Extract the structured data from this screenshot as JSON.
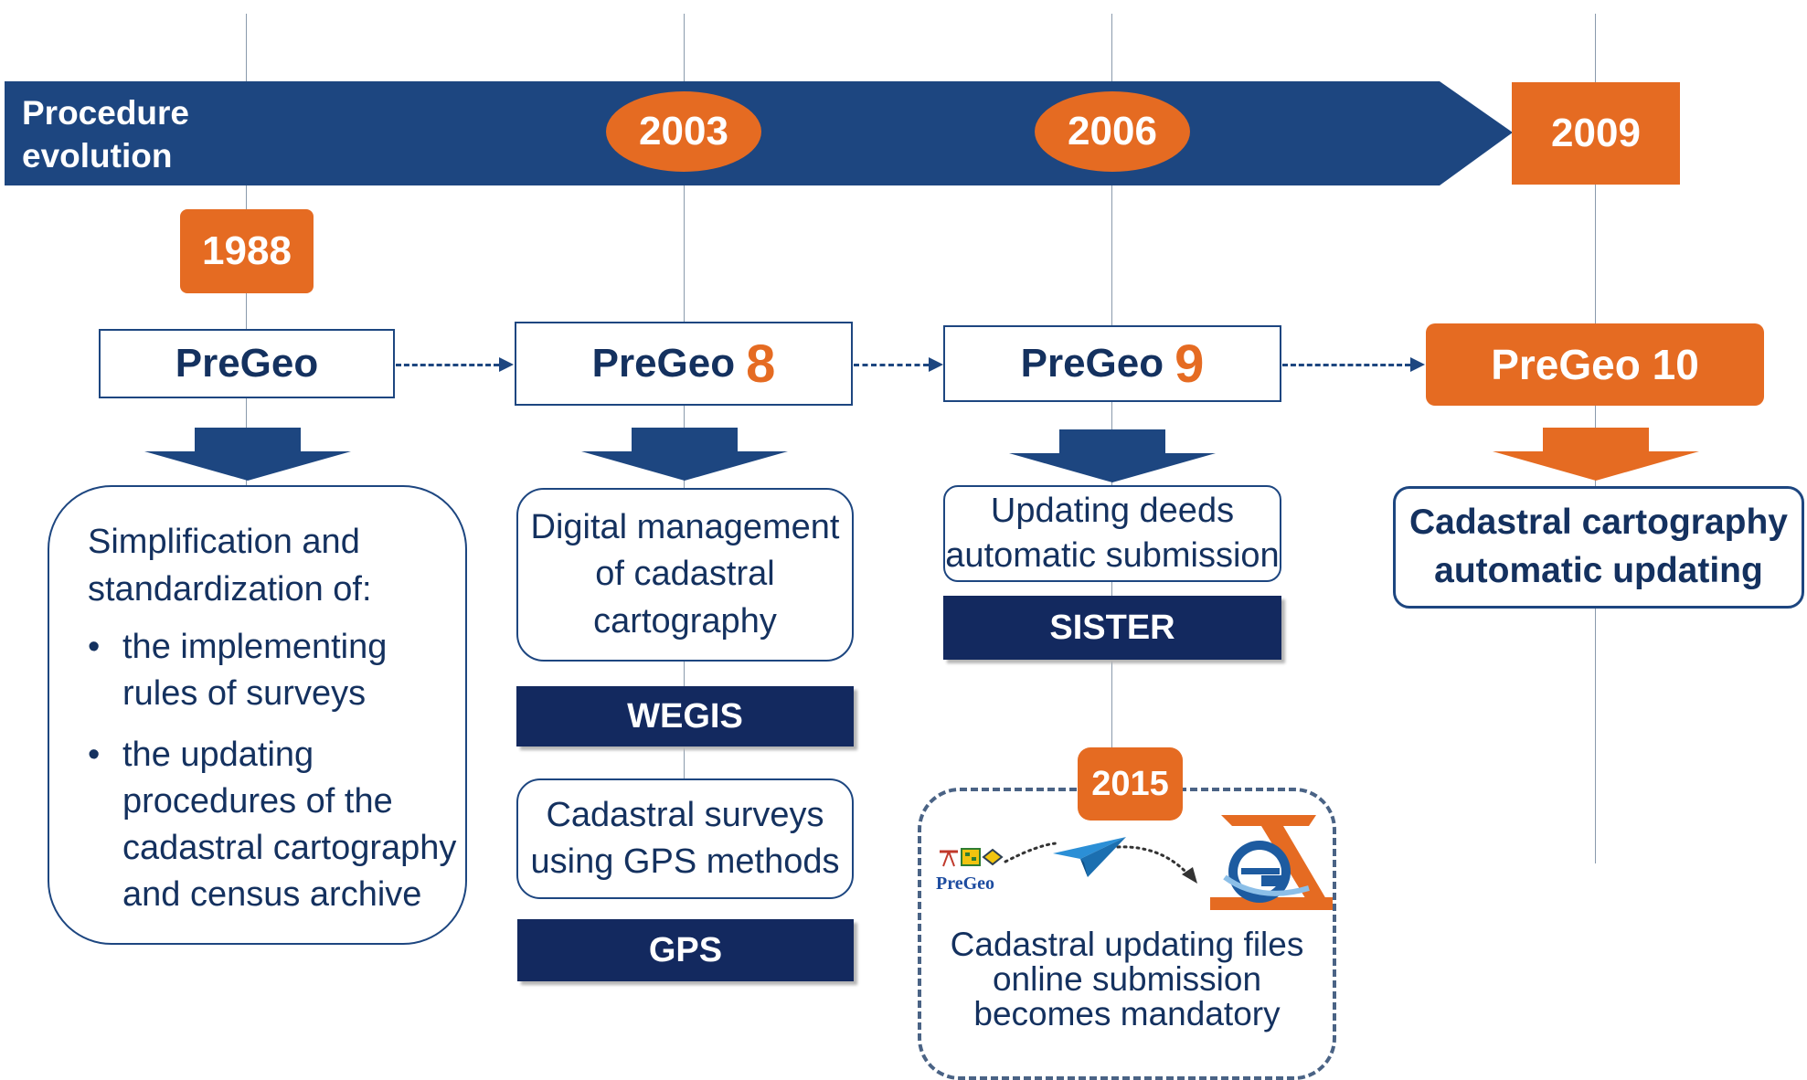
{
  "header": {
    "title_line1": "Procedure",
    "title_line2": "evolution"
  },
  "years": {
    "y1988": "1988",
    "y2003": "2003",
    "y2006": "2006",
    "y2009": "2009",
    "y2015": "2015"
  },
  "versions": {
    "v1": {
      "name": "PreGeo",
      "number": ""
    },
    "v8": {
      "name": "PreGeo",
      "number": "8"
    },
    "v9": {
      "name": "PreGeo",
      "number": "9"
    },
    "v10": {
      "name": "PreGeo 10"
    }
  },
  "col1": {
    "intro_line1": "Simplification and",
    "intro_line2": "standardization of:",
    "bullets": [
      {
        "line1": "the implementing",
        "line2": "rules of surveys"
      },
      {
        "line1": "the updating",
        "line2": "procedures of the",
        "line3": "cadastral cartography",
        "line4": "and census archive"
      }
    ]
  },
  "col2": {
    "box1_line1": "Digital management",
    "box1_line2": "of cadastral",
    "box1_line3": "cartography",
    "tag1": "WEGIS",
    "box2_line1": "Cadastral surveys",
    "box2_line2": "using GPS methods",
    "tag2": "GPS"
  },
  "col3": {
    "box_line1": "Updating deeds",
    "box_line2": "automatic submission",
    "tag": "SISTER",
    "panel_line1": "Cadastral updating files",
    "panel_line2": "online submission",
    "panel_line3": "becomes mandatory",
    "pregeo_logo_text": "PreGeo"
  },
  "col4": {
    "box_line1": "Cadastral cartography",
    "box_line2": "automatic updating"
  },
  "colors": {
    "navy": "#1d4680",
    "dark_navy": "#13295f",
    "orange": "#e56b22"
  }
}
